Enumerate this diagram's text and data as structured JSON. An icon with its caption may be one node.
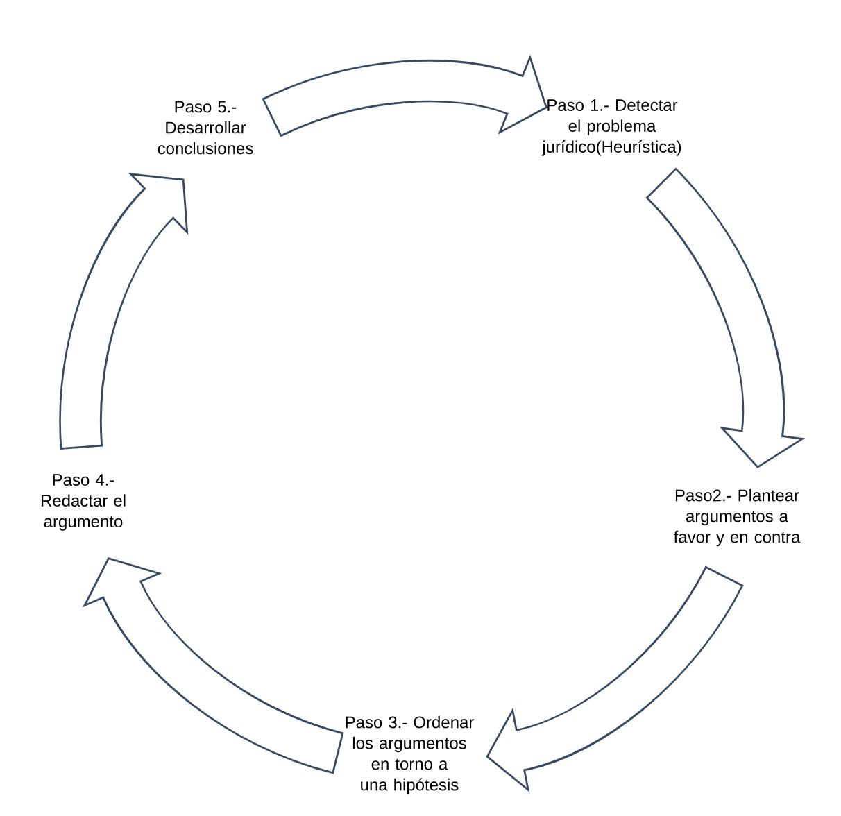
{
  "diagram": {
    "nodes": [
      {
        "text": [
          "Paso 1.- Detectar el problema jurídico(Heurística)"
        ]
      },
      {
        "text": [
          "Paso2.- Plantear argumentos a favor y en contra"
        ]
      },
      {
        "text": [
          "Paso 3.- Ordenar los argumentos en torno a una hipótesis"
        ]
      },
      {
        "text": [
          "Paso 4.- Redactar el argumento"
        ]
      },
      {
        "text": [
          "Paso 5.- Desarrollar conclusiones"
        ]
      }
    ],
    "edges": [
      {
        "from": 4,
        "to": 0,
        "arrow": "to"
      },
      {
        "from": 0,
        "to": 1,
        "arrow": "to"
      },
      {
        "from": 1,
        "to": 2,
        "arrow": "to"
      },
      {
        "from": 2,
        "to": 3,
        "arrow": "to"
      },
      {
        "from": 3,
        "to": 4,
        "arrow": "to"
      }
    ]
  }
}
